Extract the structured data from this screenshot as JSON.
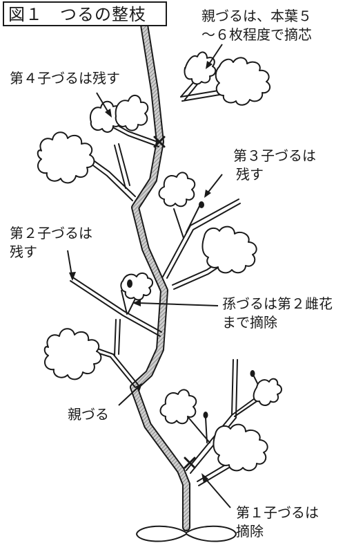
{
  "figure": {
    "title": "図１　つるの整枝"
  },
  "labels": {
    "parent_pinch": {
      "line1": "親づるは、本葉５",
      "line2": "～６枚程度で摘芯"
    },
    "child4": {
      "line1": "第４子づるは残す"
    },
    "child3": {
      "line1": "第３子づるは",
      "line2": "残す"
    },
    "child2": {
      "line1": "第２子づるは",
      "line2": "残す"
    },
    "grandchild": {
      "line1": "孫づるは第２雌花",
      "line2": "まで摘除"
    },
    "parent_vine": {
      "line1": "親づる"
    },
    "child1": {
      "line1": "第１子づるは",
      "line2": "摘除"
    }
  },
  "colors": {
    "line": "#1a1a1a",
    "background": "#ffffff",
    "vine_fill": "#c9c9c9"
  }
}
